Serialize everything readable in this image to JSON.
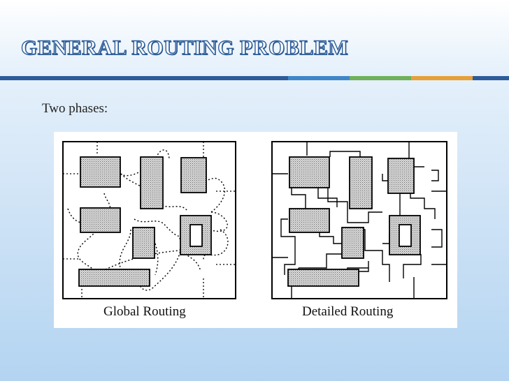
{
  "slide": {
    "title": "GENERAL ROUTING PROBLEM",
    "subtitle": "Two phases:"
  },
  "theme": {
    "accent_colors": [
      "#2e5c9a",
      "#3f86c9",
      "#6fb05a",
      "#e6a03a",
      "#2e5c9a"
    ],
    "title_outline": "#2d5e9a",
    "module_fill": "#c8c8c8"
  },
  "figure": {
    "panels": [
      {
        "id": "global",
        "caption": "Global Routing"
      },
      {
        "id": "detailed",
        "caption": "Detailed Routing"
      }
    ]
  }
}
